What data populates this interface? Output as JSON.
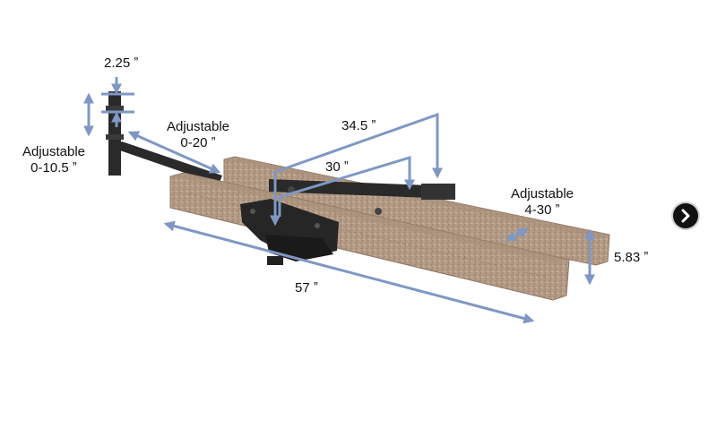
{
  "colors": {
    "dimension_arrow": "#7f97c4",
    "bunk_carpet": "#b49b86",
    "bracket_metal": "#2a2a2a",
    "background": "#ffffff"
  },
  "labels": {
    "top_width": "2.25 ˮ",
    "left_height_title": "Adjustable",
    "left_height_range": "0-10.5 ˮ",
    "arm_title": "Adjustable",
    "arm_range": "0-20 ˮ",
    "span_34": "34.5 ˮ",
    "span_30": "30 ˮ",
    "bunk_spacing_title": "Adjustable",
    "bunk_spacing_range": "4-30 ˮ",
    "bunk_height": "5.83 ˮ",
    "bunk_length": "57 ˮ"
  },
  "icons": {
    "next": "chevron-right-icon"
  }
}
